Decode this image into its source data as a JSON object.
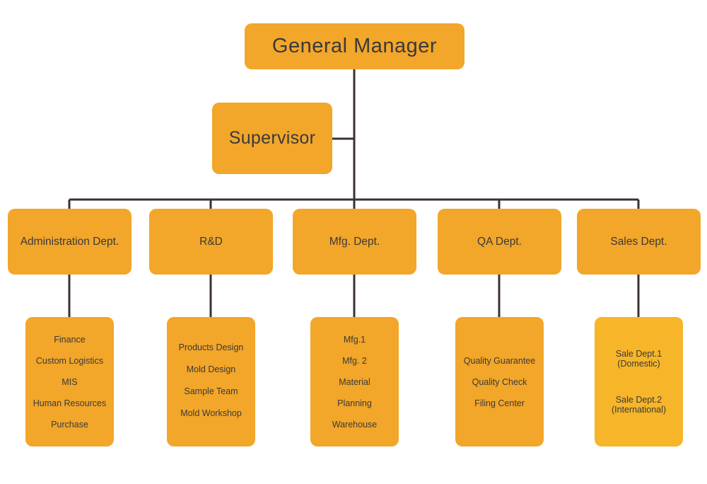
{
  "colors": {
    "box_fill": "#f2a62a",
    "line": "#3b3230",
    "text": "#3a3a3a"
  },
  "top": {
    "general_manager": "General Manager",
    "supervisor": "Supervisor"
  },
  "departments": [
    {
      "label": "Administration Dept.",
      "items": [
        "Finance",
        "Custom Logistics",
        "MIS",
        "Human Resources",
        "Purchase"
      ]
    },
    {
      "label": "R&D",
      "items": [
        "Products Design",
        "Mold Design",
        "Sample Team",
        "Mold Workshop"
      ]
    },
    {
      "label": "Mfg. Dept.",
      "items": [
        "Mfg.1",
        "Mfg. 2",
        "Material",
        "Planning",
        "Warehouse"
      ]
    },
    {
      "label": "QA Dept.",
      "items": [
        "Quality Guarantee",
        "Quality Check",
        "Filing Center"
      ]
    },
    {
      "label": "Sales Dept.",
      "items": [
        "Sale Dept.1\n(Domestic)",
        "Sale Dept.2\n(International)"
      ]
    }
  ]
}
